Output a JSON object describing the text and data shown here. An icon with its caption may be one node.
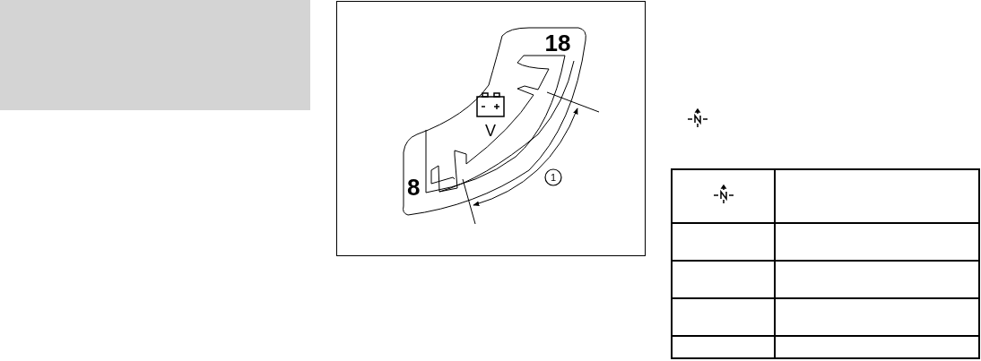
{
  "diagram": {
    "labels": [
      "18",
      "8",
      "V",
      "1"
    ]
  }
}
